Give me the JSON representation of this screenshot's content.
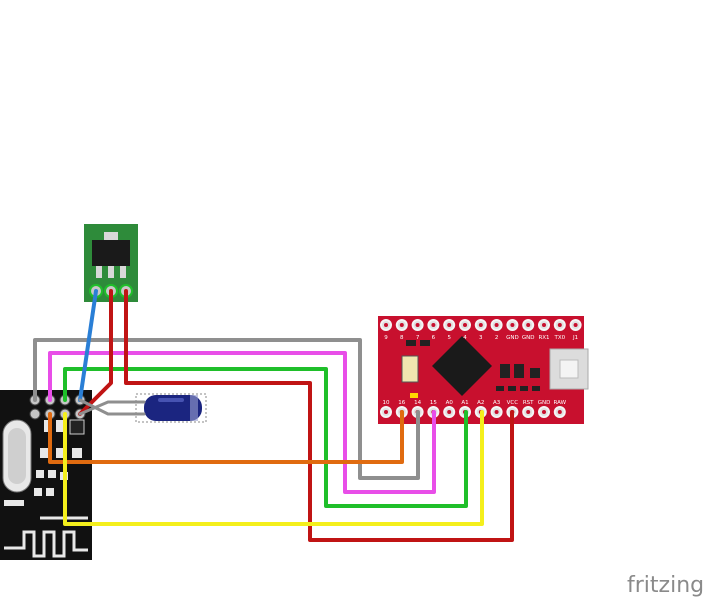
{
  "brand": {
    "text": "fritzing"
  },
  "board": {
    "top_pins": [
      "9",
      "8",
      "7",
      "6",
      "5",
      "4",
      "3",
      "2",
      "GND",
      "GND",
      "RX1",
      "TX0",
      "J1"
    ],
    "bottom_pins": [
      "10",
      "16",
      "14",
      "15",
      "A0",
      "A1",
      "A2",
      "A3",
      "VCC",
      "RST",
      "GND",
      "RAW"
    ]
  },
  "colors": {
    "board": "#c8102e",
    "regulator": "#2e8b3a",
    "radio": "#111111",
    "wire_gray": "#8f8f8f",
    "wire_magenta": "#e84ee8",
    "wire_green": "#1fbf2a",
    "wire_red": "#c01414",
    "wire_orange": "#e06b10",
    "wire_yellow": "#f4ef1c",
    "wire_blue": "#2a7fd6",
    "capacitor": "#1b2580"
  }
}
